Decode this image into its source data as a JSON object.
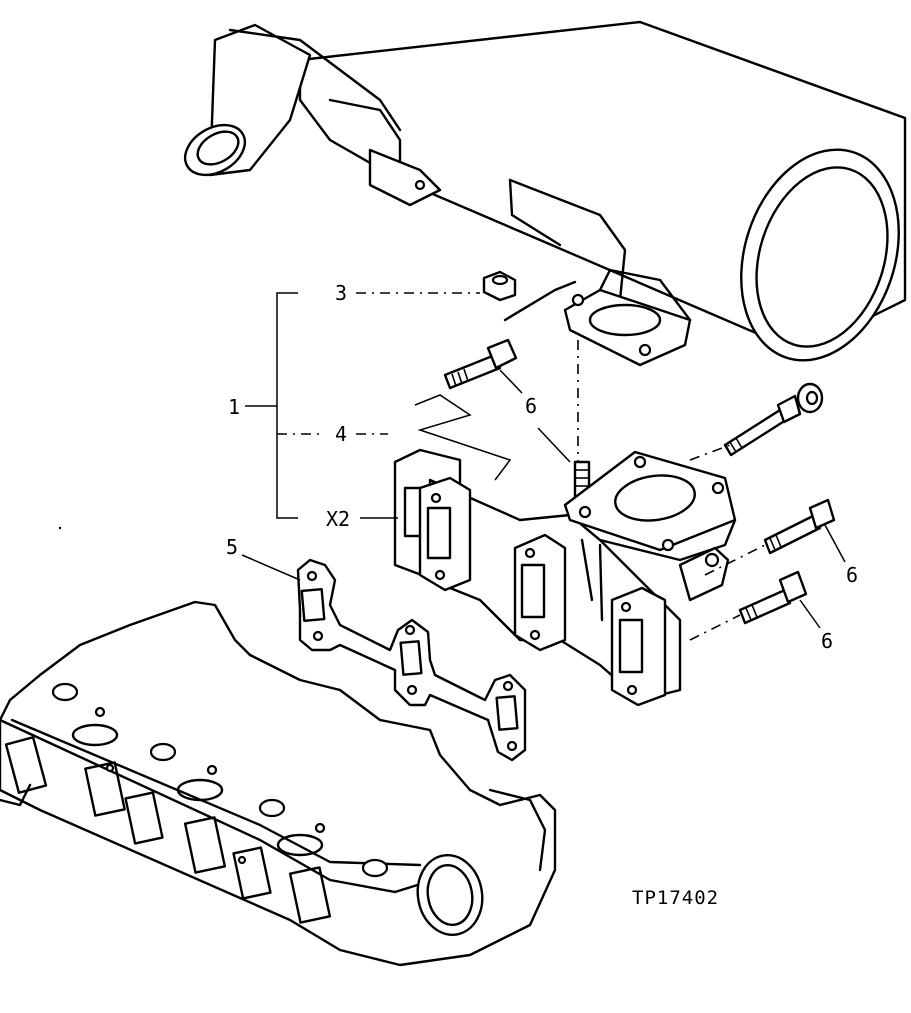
{
  "callouts": {
    "c1": "1",
    "c3": "3",
    "c4": "4",
    "x2": "X2",
    "c5": "5",
    "c6a": "6",
    "c6b": "6",
    "c6c": "6"
  },
  "figure_id": "TP17402"
}
